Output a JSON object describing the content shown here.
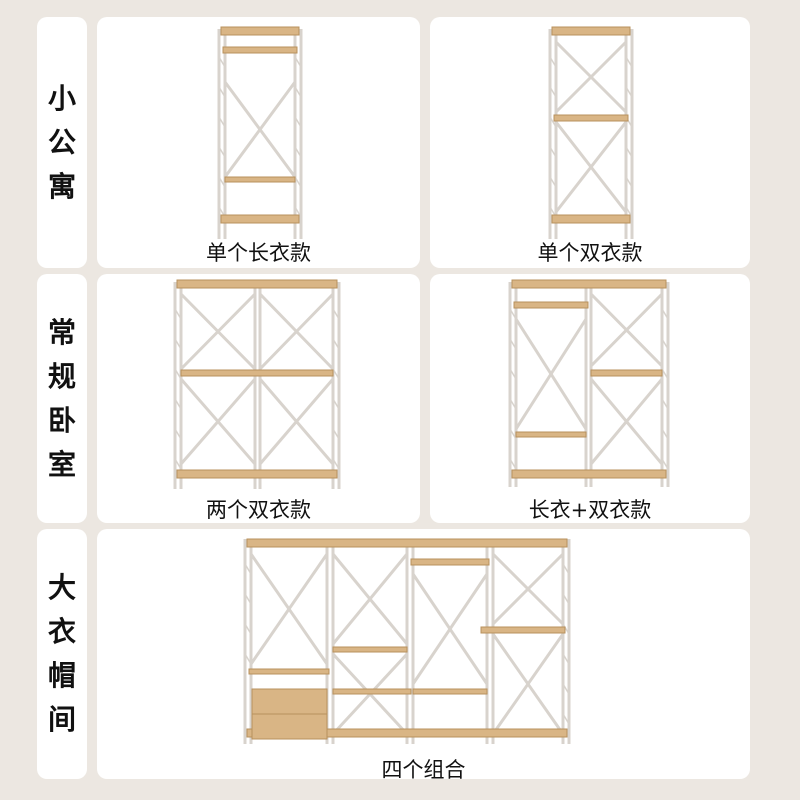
{
  "rows": [
    {
      "label_chars": [
        "小",
        "公",
        "寓"
      ],
      "cards": [
        {
          "caption": "单个长衣款"
        },
        {
          "caption": "单个双衣款"
        }
      ]
    },
    {
      "label_chars": [
        "常",
        "规",
        "卧",
        "室"
      ],
      "cards": [
        {
          "caption": "两个双衣款"
        },
        {
          "caption": "长衣+双衣款"
        }
      ]
    },
    {
      "label_chars": [
        "大",
        "衣",
        "帽",
        "间"
      ],
      "cards": [
        {
          "caption": "四个组合"
        }
      ]
    }
  ],
  "colors": {
    "background": "#ece7e1",
    "card": "#ffffff",
    "frame": "#d8d3cd",
    "wood": "#d9b585",
    "wood_edge": "#b8915d"
  }
}
